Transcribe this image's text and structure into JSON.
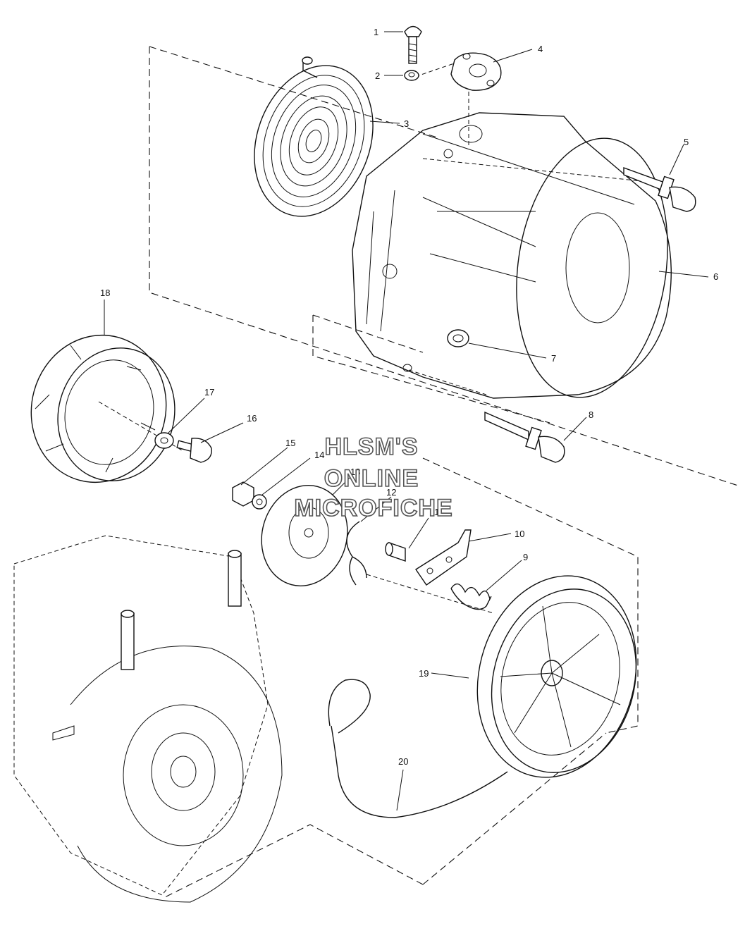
{
  "watermark": {
    "line1": "HLSM'S",
    "line2": "ONLINE",
    "line3": "MICROFICHE"
  },
  "callouts": {
    "c1": "1",
    "c2": "2",
    "c3": "3",
    "c4": "4",
    "c5": "5",
    "c6": "6",
    "c7": "7",
    "c8": "8",
    "c9": "9",
    "c10": "10",
    "c11": "11",
    "c12": "12",
    "c13": "13",
    "c14": "14",
    "c15": "15",
    "c16": "16",
    "c17": "17",
    "c18": "18",
    "c19": "19",
    "c20": "20"
  }
}
